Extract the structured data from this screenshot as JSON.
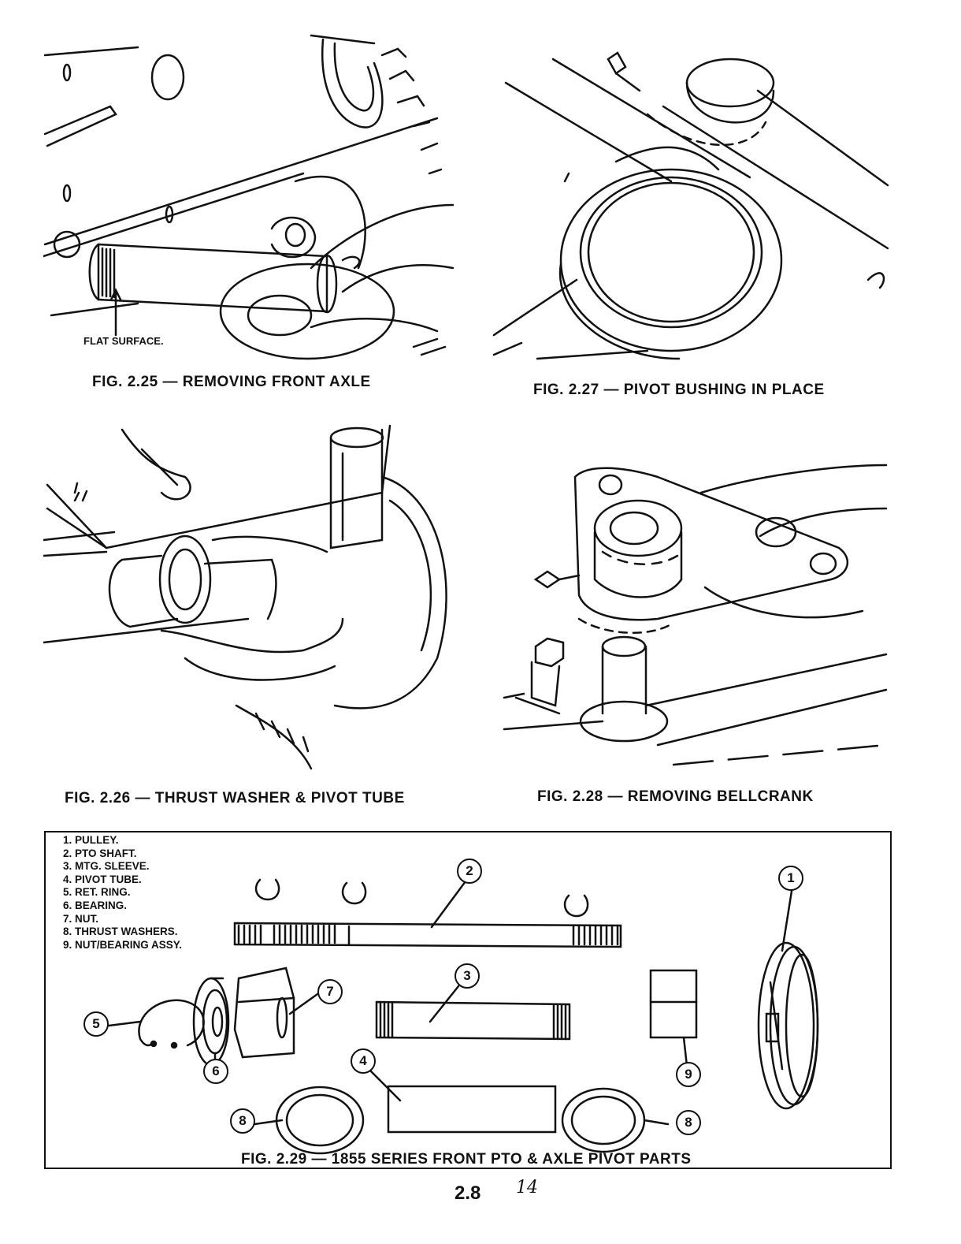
{
  "figures": {
    "fig_2_25": {
      "caption": "FIG. 2.25 — REMOVING FRONT AXLE",
      "callout": "FLAT SURFACE."
    },
    "fig_2_27": {
      "caption": "FIG. 2.27 — PIVOT BUSHING IN PLACE"
    },
    "fig_2_26": {
      "caption": "FIG. 2.26 — THRUST WASHER & PIVOT TUBE"
    },
    "fig_2_28": {
      "caption": "FIG. 2.28 — REMOVING BELLCRANK"
    },
    "fig_2_29": {
      "caption": "FIG. 2.29 — 1855 SERIES FRONT PTO & AXLE PIVOT PARTS",
      "legend": [
        "1. PULLEY.",
        "2. PTO SHAFT.",
        "3. MTG. SLEEVE.",
        "4. PIVOT TUBE.",
        "5. RET. RING.",
        "6. BEARING.",
        "7. NUT.",
        "8. THRUST WASHERS.",
        "9. NUT/BEARING ASSY."
      ],
      "callout_numbers": [
        "1",
        "2",
        "3",
        "4",
        "5",
        "6",
        "7",
        "8",
        "8",
        "9"
      ]
    }
  },
  "footer": {
    "page_number": "2.8",
    "handwritten_number": "14"
  }
}
